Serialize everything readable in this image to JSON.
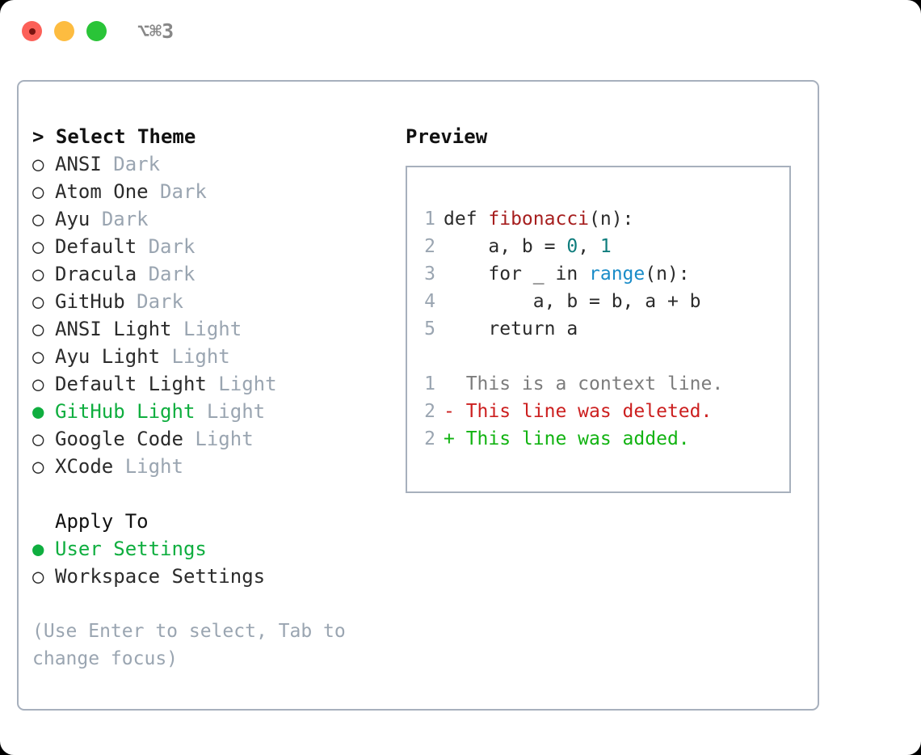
{
  "titlebar": {
    "shortcut": "⌥⌘3",
    "buttons": {
      "close": "close",
      "minimize": "minimize",
      "maximize": "maximize"
    }
  },
  "theme_picker": {
    "heading": "> Select Theme",
    "marker_unselected": "○",
    "marker_selected": "●",
    "items": [
      {
        "marker": "○",
        "name": "ANSI",
        "suffix": "Dark",
        "selected": false
      },
      {
        "marker": "○",
        "name": "Atom One",
        "suffix": "Dark",
        "selected": false
      },
      {
        "marker": "○",
        "name": "Ayu",
        "suffix": "Dark",
        "selected": false
      },
      {
        "marker": "○",
        "name": "Default",
        "suffix": "Dark",
        "selected": false
      },
      {
        "marker": "○",
        "name": "Dracula",
        "suffix": "Dark",
        "selected": false
      },
      {
        "marker": "○",
        "name": "GitHub",
        "suffix": "Dark",
        "selected": false
      },
      {
        "marker": "○",
        "name": "ANSI Light",
        "suffix": "Light",
        "selected": false
      },
      {
        "marker": "○",
        "name": "Ayu Light",
        "suffix": "Light",
        "selected": false
      },
      {
        "marker": "○",
        "name": "Default Light",
        "suffix": "Light",
        "selected": false
      },
      {
        "marker": "●",
        "name": "GitHub Light",
        "suffix": "Light",
        "selected": true
      },
      {
        "marker": "○",
        "name": "Google Code",
        "suffix": "Light",
        "selected": false
      },
      {
        "marker": "○",
        "name": "XCode",
        "suffix": "Light",
        "selected": false
      }
    ]
  },
  "apply_to": {
    "heading": "Apply To",
    "items": [
      {
        "marker": "●",
        "name": "User Settings",
        "selected": true
      },
      {
        "marker": "○",
        "name": "Workspace Settings",
        "selected": false
      }
    ]
  },
  "hint": "(Use Enter to select, Tab to change focus)",
  "preview": {
    "title": "Preview",
    "code_lines": [
      {
        "num": "1",
        "parts": [
          {
            "t": "def ",
            "c": "plain"
          },
          {
            "t": "fibonacci",
            "c": "fn"
          },
          {
            "t": "(n):",
            "c": "plain"
          }
        ]
      },
      {
        "num": "2",
        "parts": [
          {
            "t": "    a, b = ",
            "c": "plain"
          },
          {
            "t": "0",
            "c": "num"
          },
          {
            "t": ", ",
            "c": "plain"
          },
          {
            "t": "1",
            "c": "num"
          }
        ]
      },
      {
        "num": "3",
        "parts": [
          {
            "t": "    for _ in ",
            "c": "plain"
          },
          {
            "t": "range",
            "c": "call"
          },
          {
            "t": "(n):",
            "c": "plain"
          }
        ]
      },
      {
        "num": "4",
        "parts": [
          {
            "t": "        a, b = b, a + b",
            "c": "plain"
          }
        ]
      },
      {
        "num": "5",
        "parts": [
          {
            "t": "    return a",
            "c": "plain"
          }
        ]
      }
    ],
    "diff_lines": [
      {
        "num": "1",
        "text": "  This is a context line.",
        "kind": "ctx"
      },
      {
        "num": "2",
        "text": "- This line was deleted.",
        "kind": "del"
      },
      {
        "num": "2",
        "text": "+ This line was added.",
        "kind": "add"
      }
    ]
  },
  "colors": {
    "accent_green": "#0fae3f",
    "muted_gray": "#9aa5b1",
    "border": "#a7b0bd",
    "diff_add": "#12b312",
    "diff_del": "#cc1f1f",
    "token_function": "#a61e1e",
    "token_number": "#0f7d7d",
    "token_call": "#1a8cc8"
  }
}
